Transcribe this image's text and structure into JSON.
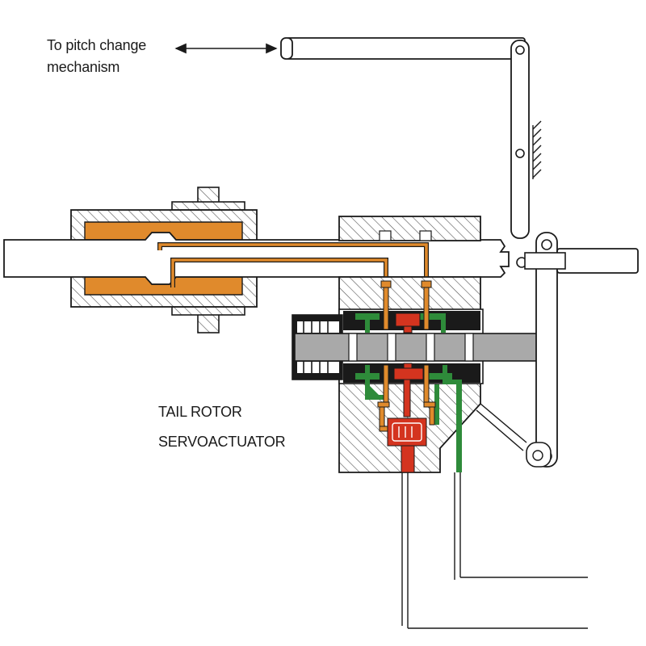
{
  "labels": {
    "pitch_change_line1": "To pitch change",
    "pitch_change_line2": "mechanism",
    "title_line1": "TAIL ROTOR",
    "title_line2": "SERVOACTUATOR"
  },
  "colors": {
    "outline": "#1a1a1a",
    "hatch": "#555555",
    "housing_fill": "#ffffff",
    "fluid_orange": "#e08a2c",
    "fluid_red": "#d4341f",
    "fluid_green": "#2e8b3a",
    "spool_grey": "#a9a9a9",
    "seal_black": "#1a1a1a",
    "rod_fill": "#ffffff"
  },
  "icons": {
    "bidirectional_arrow": "double-headed-arrow-icon",
    "ground_anchor": "hatched-ground-icon"
  }
}
